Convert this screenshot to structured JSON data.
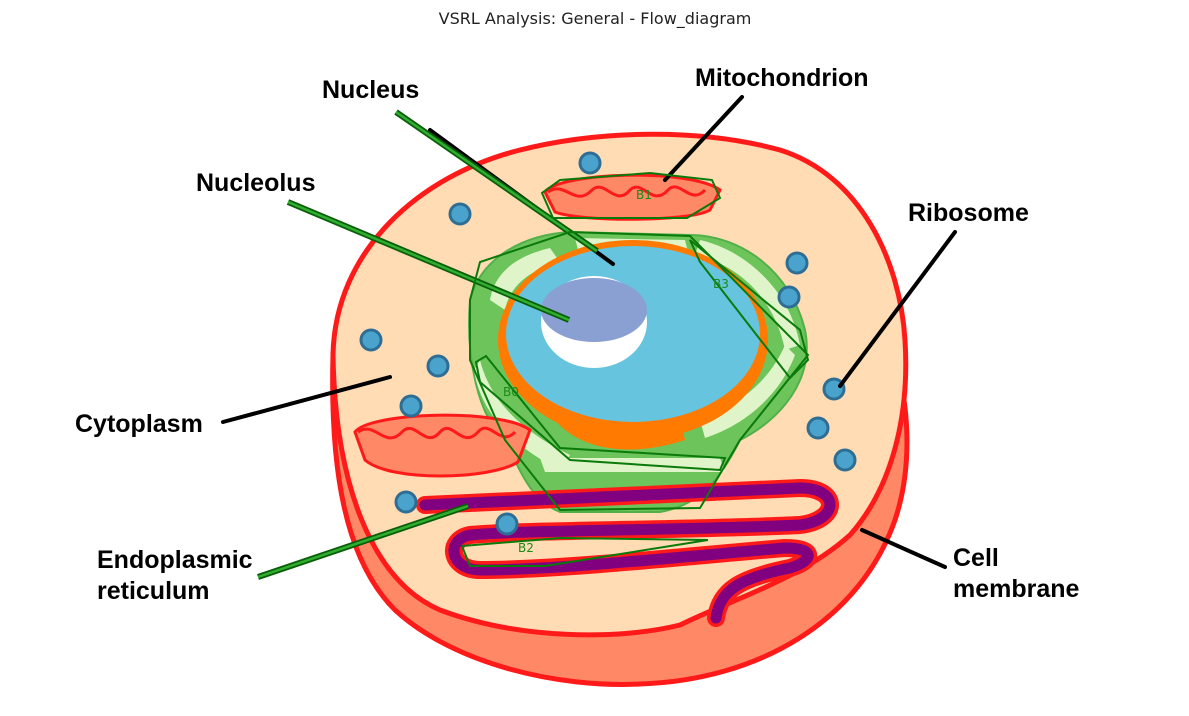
{
  "title": "VSRL Analysis: General - Flow_diagram",
  "labels": {
    "nucleus": "Nucleus",
    "mitochondrion": "Mitochondrion",
    "nucleolus": "Nucleolus",
    "ribosome": "Ribosome",
    "cytoplasm": "Cytoplasm",
    "er_line1": "Endoplasmic",
    "er_line2": "reticulum",
    "membrane_line1": "Cell",
    "membrane_line2": "membrane"
  },
  "region_tags": {
    "b0": "B0",
    "b1": "B1",
    "b2": "B2",
    "b3": "B3"
  },
  "colors": {
    "membrane": "#ff1a1a",
    "cell_side": "#ff8866",
    "cytoplasm": "#ffdcb4",
    "nucleus": "#66c4df",
    "nuclear_envelope": "#ff7a00",
    "nucleolus": "#8aa0d2",
    "er_rough": "#6cc45a",
    "er_smooth": "#800080",
    "ribosome": "#4aa3cc",
    "annotation_box": "#0a7a0a"
  }
}
